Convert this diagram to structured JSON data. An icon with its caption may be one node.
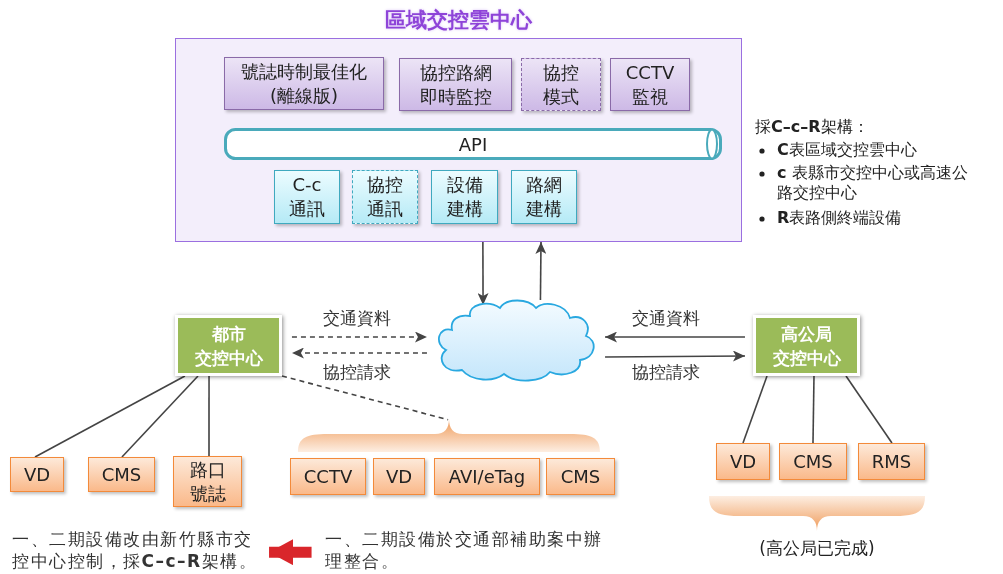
{
  "diagram": {
    "nodes": [
      {
        "text": [
          "區域交控雲中心"
        ]
      },
      {
        "text": [
          "號誌時制最佳化(離線版)"
        ],
        "in": 0
      },
      {
        "text": [
          "協控路網即時監控"
        ],
        "in": 0
      },
      {
        "text": [
          "協控模式"
        ],
        "in": 0
      },
      {
        "text": [
          "CCTV監視"
        ],
        "in": 0
      },
      {
        "text": [
          "API"
        ],
        "in": 0
      },
      {
        "text": [
          "C-c通訊"
        ],
        "in": 0
      },
      {
        "text": [
          "協控通訊"
        ],
        "in": 0
      },
      {
        "text": [
          "設備建構"
        ],
        "in": 0
      },
      {
        "text": [
          "路網建構"
        ],
        "in": 0
      },
      {
        "text": [],
        "shape": "cloud"
      },
      {
        "text": [
          "都市交控中心"
        ]
      },
      {
        "text": [
          "高公局交控中心"
        ]
      },
      {
        "text": [
          "VD"
        ]
      },
      {
        "text": [
          "CMS"
        ]
      },
      {
        "text": [
          "路口號誌"
        ]
      },
      {
        "text": [],
        "shape": "brace"
      },
      {
        "text": [
          "CCTV"
        ]
      },
      {
        "text": [
          "VD"
        ]
      },
      {
        "text": [
          "AVI/eTag"
        ]
      },
      {
        "text": [
          "CMS"
        ]
      },
      {
        "text": [
          "VD"
        ]
      },
      {
        "text": [
          "CMS"
        ]
      },
      {
        "text": [
          "RMS"
        ]
      },
      {
        "text": [
          "一、二期設備改由新竹縣市交控中心控制，採**C–c–R**架構。"
        ]
      },
      {
        "text": [
          "一、二期設備於交通部補助案中辦理整合。"
        ]
      },
      {
        "text": [],
        "shape": "brace",
        "beside": [
          "(高公局已完成)"
        ]
      }
    ],
    "edges": [
      {
        "from": 0,
        "to": 10,
        "arrow": "to"
      },
      {
        "from": 10,
        "to": 0,
        "arrow": "to"
      },
      {
        "from": 11,
        "to": 10,
        "arrow": "to",
        "label": "交通資料",
        "style": "dashed"
      },
      {
        "from": 10,
        "to": 11,
        "arrow": "to",
        "label": "協控請求",
        "style": "dashed"
      },
      {
        "from": 12,
        "to": 10,
        "arrow": "to",
        "label": "交通資料"
      },
      {
        "from": 10,
        "to": 12,
        "arrow": "to",
        "label": "協控請求"
      },
      {
        "from": 11,
        "to": 13,
        "arrow": "none"
      },
      {
        "from": 11,
        "to": 14,
        "arrow": "none"
      },
      {
        "from": 11,
        "to": 15,
        "arrow": "none"
      },
      {
        "from": 11,
        "to": 16,
        "arrow": "none",
        "style": "dashed"
      },
      {
        "from": 12,
        "to": 21,
        "arrow": "none"
      },
      {
        "from": 12,
        "to": 22,
        "arrow": "none"
      },
      {
        "from": 12,
        "to": 23,
        "arrow": "none"
      },
      {
        "from": 25,
        "to": 24,
        "arrow": "to",
        "style": "thick",
        "color": "#d9262b"
      }
    ],
    "labels": [
      "採**C–c–R**架構：",
      "**C**表區域交控雲中心",
      "**c** 表縣市交控中心或高速公路交控中心",
      "**R**表路側終端設備"
    ]
  }
}
